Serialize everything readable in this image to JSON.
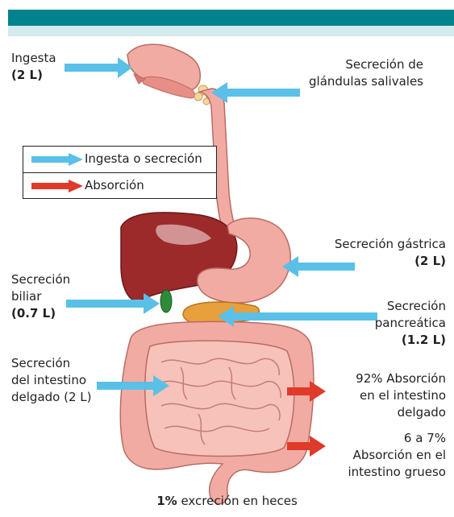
{
  "colors": {
    "banner": "#00838c",
    "banner_light": "#d3eaee",
    "intake_arrow": "#5bc0e8",
    "absorption_arrow": "#e03a2a",
    "digestive_tract": "#f2aba3",
    "liver": "#9c2a2a",
    "pancreas": "#e8a03c",
    "gallbladder": "#2e8b3a"
  },
  "legend": {
    "intake_label": "Ingesta o secreción",
    "absorption_label": "Absorción"
  },
  "labels": {
    "ingesta": "Ingesta",
    "ingesta_vol": "(2 L)",
    "salival_1": "Secreción de",
    "salival_2": "glándulas salivales",
    "gastrica": "Secreción gástrica",
    "gastrica_vol": "(2 L)",
    "biliar_1": "Secreción",
    "biliar_2": "biliar",
    "biliar_vol": "(0.7 L)",
    "pancreatica_1": "Secreción",
    "pancreatica_2": "pancreática",
    "pancreatica_vol": "(1.2 L)",
    "intestino_1": "Secreción",
    "intestino_2": "del intestino",
    "intestino_3": "delgado",
    "intestino_vol": "(2 L)",
    "abs_delgado_1": "92% Absorción",
    "abs_delgado_2": "en el intestino",
    "abs_delgado_3": "delgado",
    "abs_grueso_1": "6 a 7%",
    "abs_grueso_2": "Absorción en el",
    "abs_grueso_3": "intestino grueso",
    "heces_pct": "1%",
    "heces_text": "excreción en heces"
  }
}
